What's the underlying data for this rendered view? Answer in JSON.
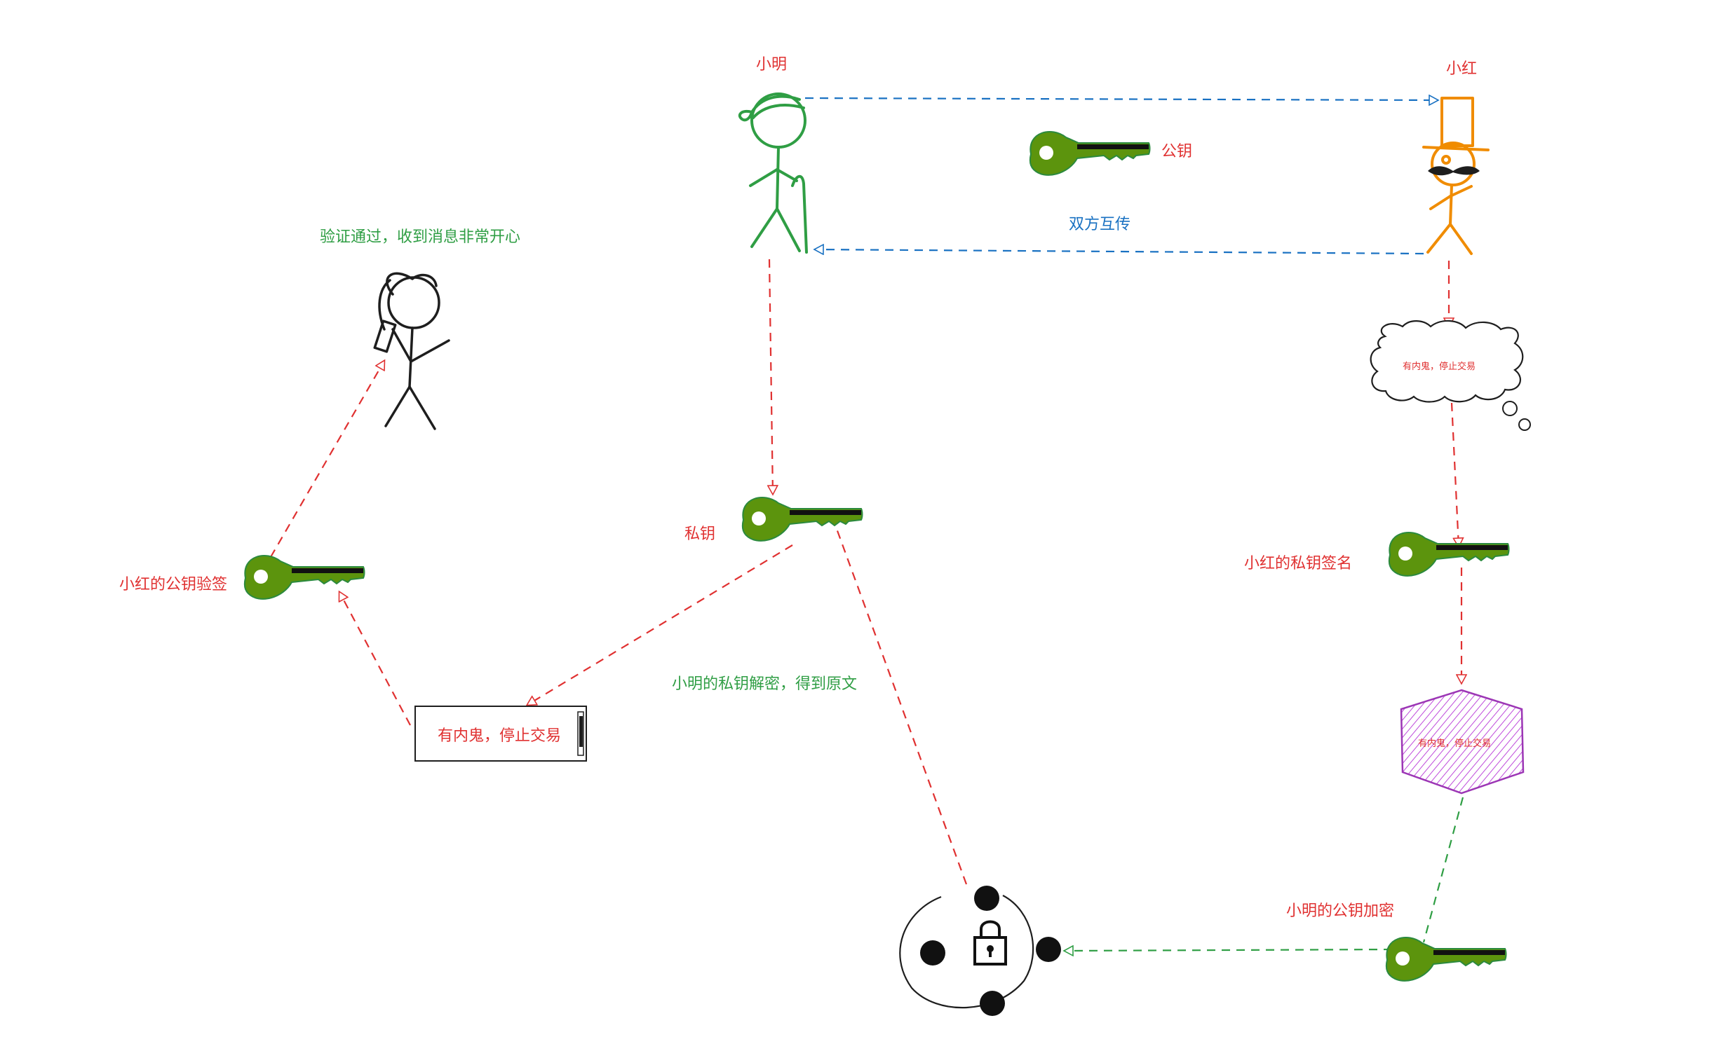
{
  "colors": {
    "red": "#e03131",
    "green": "#2f9e44",
    "blue": "#1971c2",
    "orange": "#f08c00",
    "purple": "#9c36b5",
    "key_green": "#5c940d",
    "black": "#1e1e1e"
  },
  "labels": {
    "xiaoming": "小明",
    "xiaohong": "小红",
    "public_key": "公钥",
    "exchange": "双方互传",
    "verified": "验证通过，收到消息非常开心",
    "private_key": "私钥",
    "xiaohong_verify": "小红的公钥验签",
    "xiaoming_decrypt": "小明的私钥解密，得到原文",
    "xiaohong_sign": "小红的私钥签名",
    "xiaoming_encrypt": "小明的公钥加密"
  },
  "messages": {
    "cloud": "有内鬼，停止交易",
    "hexagon": "有内鬼，停止交易",
    "box": "有内鬼，停止交易"
  },
  "icons": {
    "key": "key-icon",
    "lock": "lock-icon",
    "person": "person-icon"
  }
}
